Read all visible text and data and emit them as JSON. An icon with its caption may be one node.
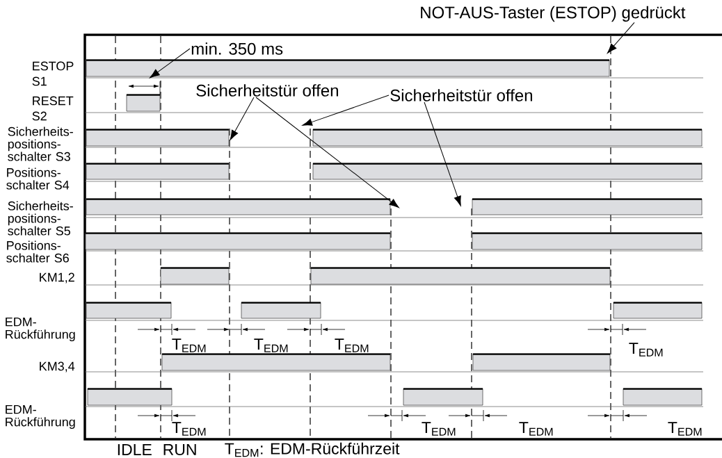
{
  "diagram": {
    "nodes": [
      {
        "text": [
          "NOT-AUS-Taster (ESTOP) gedrückt"
        ]
      },
      {
        "text": [
          "min. 350 ms"
        ]
      },
      {
        "text": [
          "Sicherheitstür offen"
        ]
      },
      {
        "text": [
          "Sicherheitstür offen"
        ]
      }
    ],
    "edges": [
      {
        "from": 0,
        "to": null,
        "arrow": "to"
      },
      {
        "from": 1,
        "to": null,
        "arrow": "to"
      },
      {
        "from": 2,
        "to": null,
        "arrow": "to"
      },
      {
        "from": 2,
        "to": null,
        "arrow": "to"
      },
      {
        "from": 3,
        "to": null,
        "arrow": "to"
      },
      {
        "from": 3,
        "to": null,
        "arrow": "to"
      }
    ],
    "labels": [
      "ESTOP",
      "S1",
      "RESET",
      "S2",
      "Sicherheits- positions- schalter S3",
      "Positions- schalter S4",
      "Sicherheits- positions- schalter S5",
      "Positions- schalter S6",
      "KM1,2",
      "EDM- Rückführung",
      "T$_{EDM}$",
      "T$_{EDM}$",
      "T$_{EDM}$",
      "T$_{EDM}$",
      "KM3,4",
      "EDM- Rückführung",
      "T$_{EDM}$",
      "T$_{EDM}$",
      "T$_{EDM}$",
      "T$_{EDM}$",
      "IDLE",
      "RUN",
      "T$_{EDM}$: EDM-Rückführzeit"
    ]
  }
}
